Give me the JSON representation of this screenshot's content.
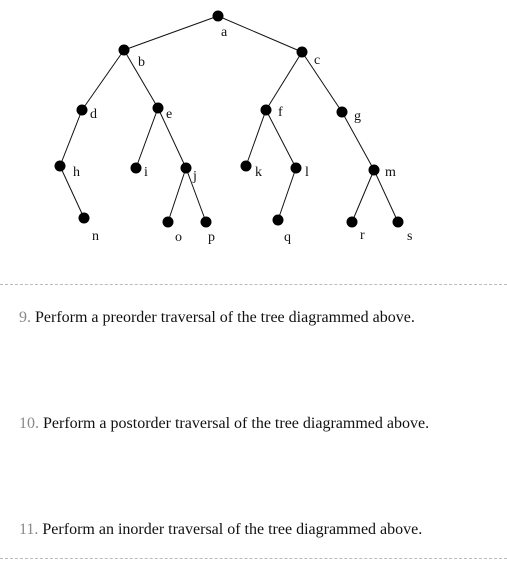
{
  "tree": {
    "nodes": [
      {
        "id": "a",
        "label": "a"
      },
      {
        "id": "b",
        "label": "b",
        "parent": "a"
      },
      {
        "id": "c",
        "label": "c",
        "parent": "a"
      },
      {
        "id": "d",
        "label": "d",
        "parent": "b"
      },
      {
        "id": "e",
        "label": "e",
        "parent": "b"
      },
      {
        "id": "f",
        "label": "f",
        "parent": "c"
      },
      {
        "id": "g",
        "label": "g",
        "parent": "c"
      },
      {
        "id": "h",
        "label": "h",
        "parent": "d"
      },
      {
        "id": "n",
        "label": "n",
        "parent": "h"
      },
      {
        "id": "i",
        "label": "i",
        "parent": "e"
      },
      {
        "id": "j",
        "label": "j",
        "parent": "e"
      },
      {
        "id": "o",
        "label": "o",
        "parent": "j"
      },
      {
        "id": "p",
        "label": "p",
        "parent": "j"
      },
      {
        "id": "k",
        "label": "k",
        "parent": "f"
      },
      {
        "id": "l",
        "label": "l",
        "parent": "f"
      },
      {
        "id": "q",
        "label": "q",
        "parent": "l"
      },
      {
        "id": "m",
        "label": "m",
        "parent": "g"
      },
      {
        "id": "r",
        "label": "r",
        "parent": "m"
      },
      {
        "id": "s",
        "label": "s",
        "parent": "m"
      }
    ]
  },
  "questions": [
    {
      "number": "9.",
      "text": "Perform a preorder traversal of the tree diagrammed above."
    },
    {
      "number": "10.",
      "text": "Perform a postorder traversal of the tree diagrammed above."
    },
    {
      "number": "11.",
      "text": "Perform an inorder traversal of the tree diagrammed above."
    }
  ]
}
